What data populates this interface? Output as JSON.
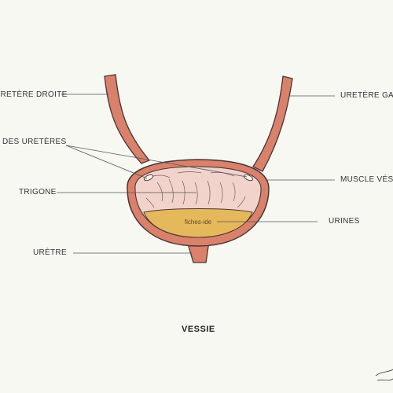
{
  "diagram": {
    "title": "VESSIE",
    "watermark": "fiches-ide",
    "labels": {
      "ureter_right": "URETÈRE DROITE",
      "ureter_orifices": "S DES URETÈRES",
      "trigone": "TRIGONE",
      "urethra": "URÈTRE",
      "ureter_left": "URETÈRE  GAUC",
      "muscle": "MUSCLE VÉSICA",
      "urine": "URINES"
    },
    "colors": {
      "muscle_wall": "#d9816a",
      "inner_lining": "#f1d3cc",
      "urine": "#e6b85c",
      "outline": "#4a3535",
      "background": "#f8f8f3"
    }
  }
}
